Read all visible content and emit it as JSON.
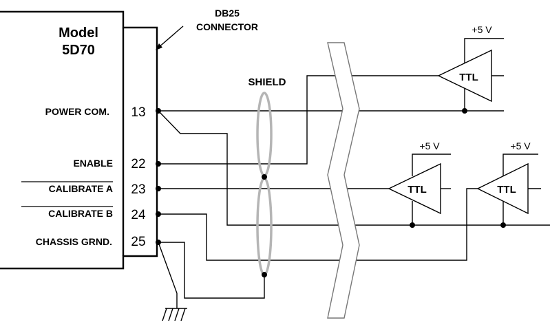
{
  "device": {
    "title_line1": "Model",
    "title_line2": "5D70"
  },
  "connector": {
    "label_line1": "DB25",
    "label_line2": "CONNECTOR"
  },
  "shield_label": "SHIELD",
  "pins": [
    {
      "name": "POWER COM.",
      "number": "13",
      "overline": false
    },
    {
      "name": "ENABLE",
      "number": "22",
      "overline": false
    },
    {
      "name": "CALIBRATE A",
      "number": "23",
      "overline": true
    },
    {
      "name": "CALIBRATE B",
      "number": "24",
      "overline": true
    },
    {
      "name": "CHASSIS GRND.",
      "number": "25",
      "overline": false
    }
  ],
  "drivers": [
    {
      "label": "TTL",
      "supply": "+5 V"
    },
    {
      "label": "TTL",
      "supply": "+5 V"
    },
    {
      "label": "TTL",
      "supply": "+5 V"
    }
  ]
}
